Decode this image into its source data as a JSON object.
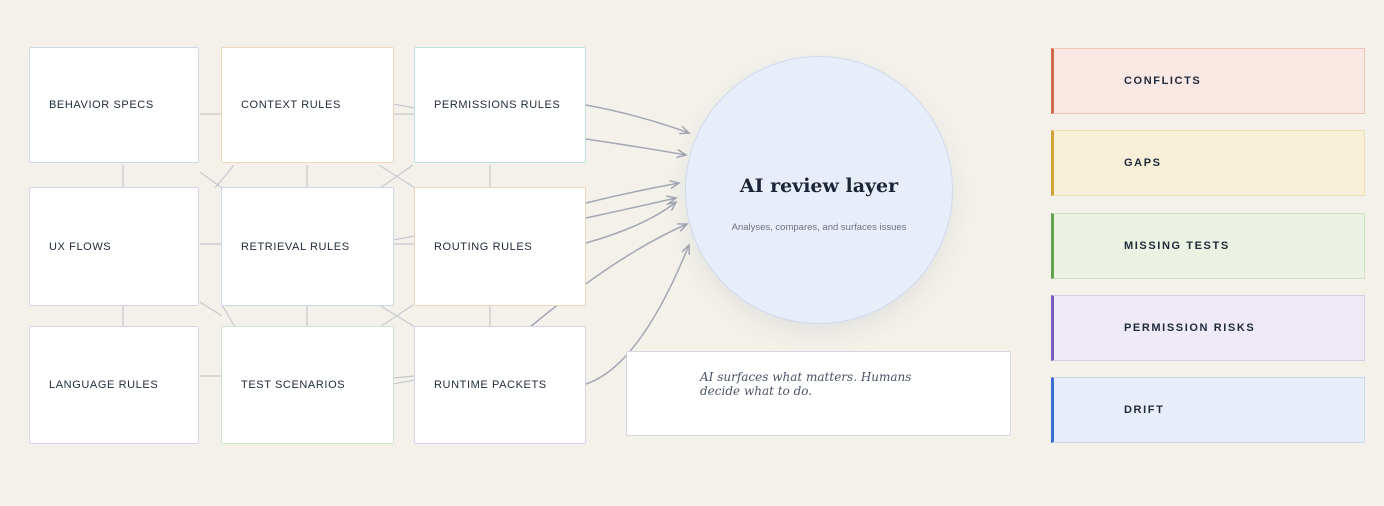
{
  "inputs": [
    {
      "label": "BEHAVIOR SPECS"
    },
    {
      "label": "CONTEXT RULES"
    },
    {
      "label": "PERMISSIONS RULES"
    },
    {
      "label": "UX FLOWS"
    },
    {
      "label": "RETRIEVAL RULES"
    },
    {
      "label": "ROUTING RULES"
    },
    {
      "label": "LANGUAGE RULES"
    },
    {
      "label": "TEST SCENARIOS"
    },
    {
      "label": "RUNTIME PACKETS"
    }
  ],
  "hub": {
    "title": "AI review layer",
    "subtitle": "Analyses, compares, and surfaces issues"
  },
  "note": {
    "text": "AI surfaces what matters. Humans decide what to do."
  },
  "outputs": [
    {
      "label": "CONFLICTS",
      "accent": "#cf6a4e"
    },
    {
      "label": "GAPS",
      "accent": "#d4a23a"
    },
    {
      "label": "MISSING TESTS",
      "accent": "#5fa64e"
    },
    {
      "label": "PERMISSION RISKS",
      "accent": "#7a5cc0"
    },
    {
      "label": "DRIFT",
      "accent": "#3d6fd0"
    }
  ],
  "colors": {
    "background": "#f3f1ea",
    "connector": "#a3a8b4",
    "hub_fill": "#e8eef9"
  }
}
